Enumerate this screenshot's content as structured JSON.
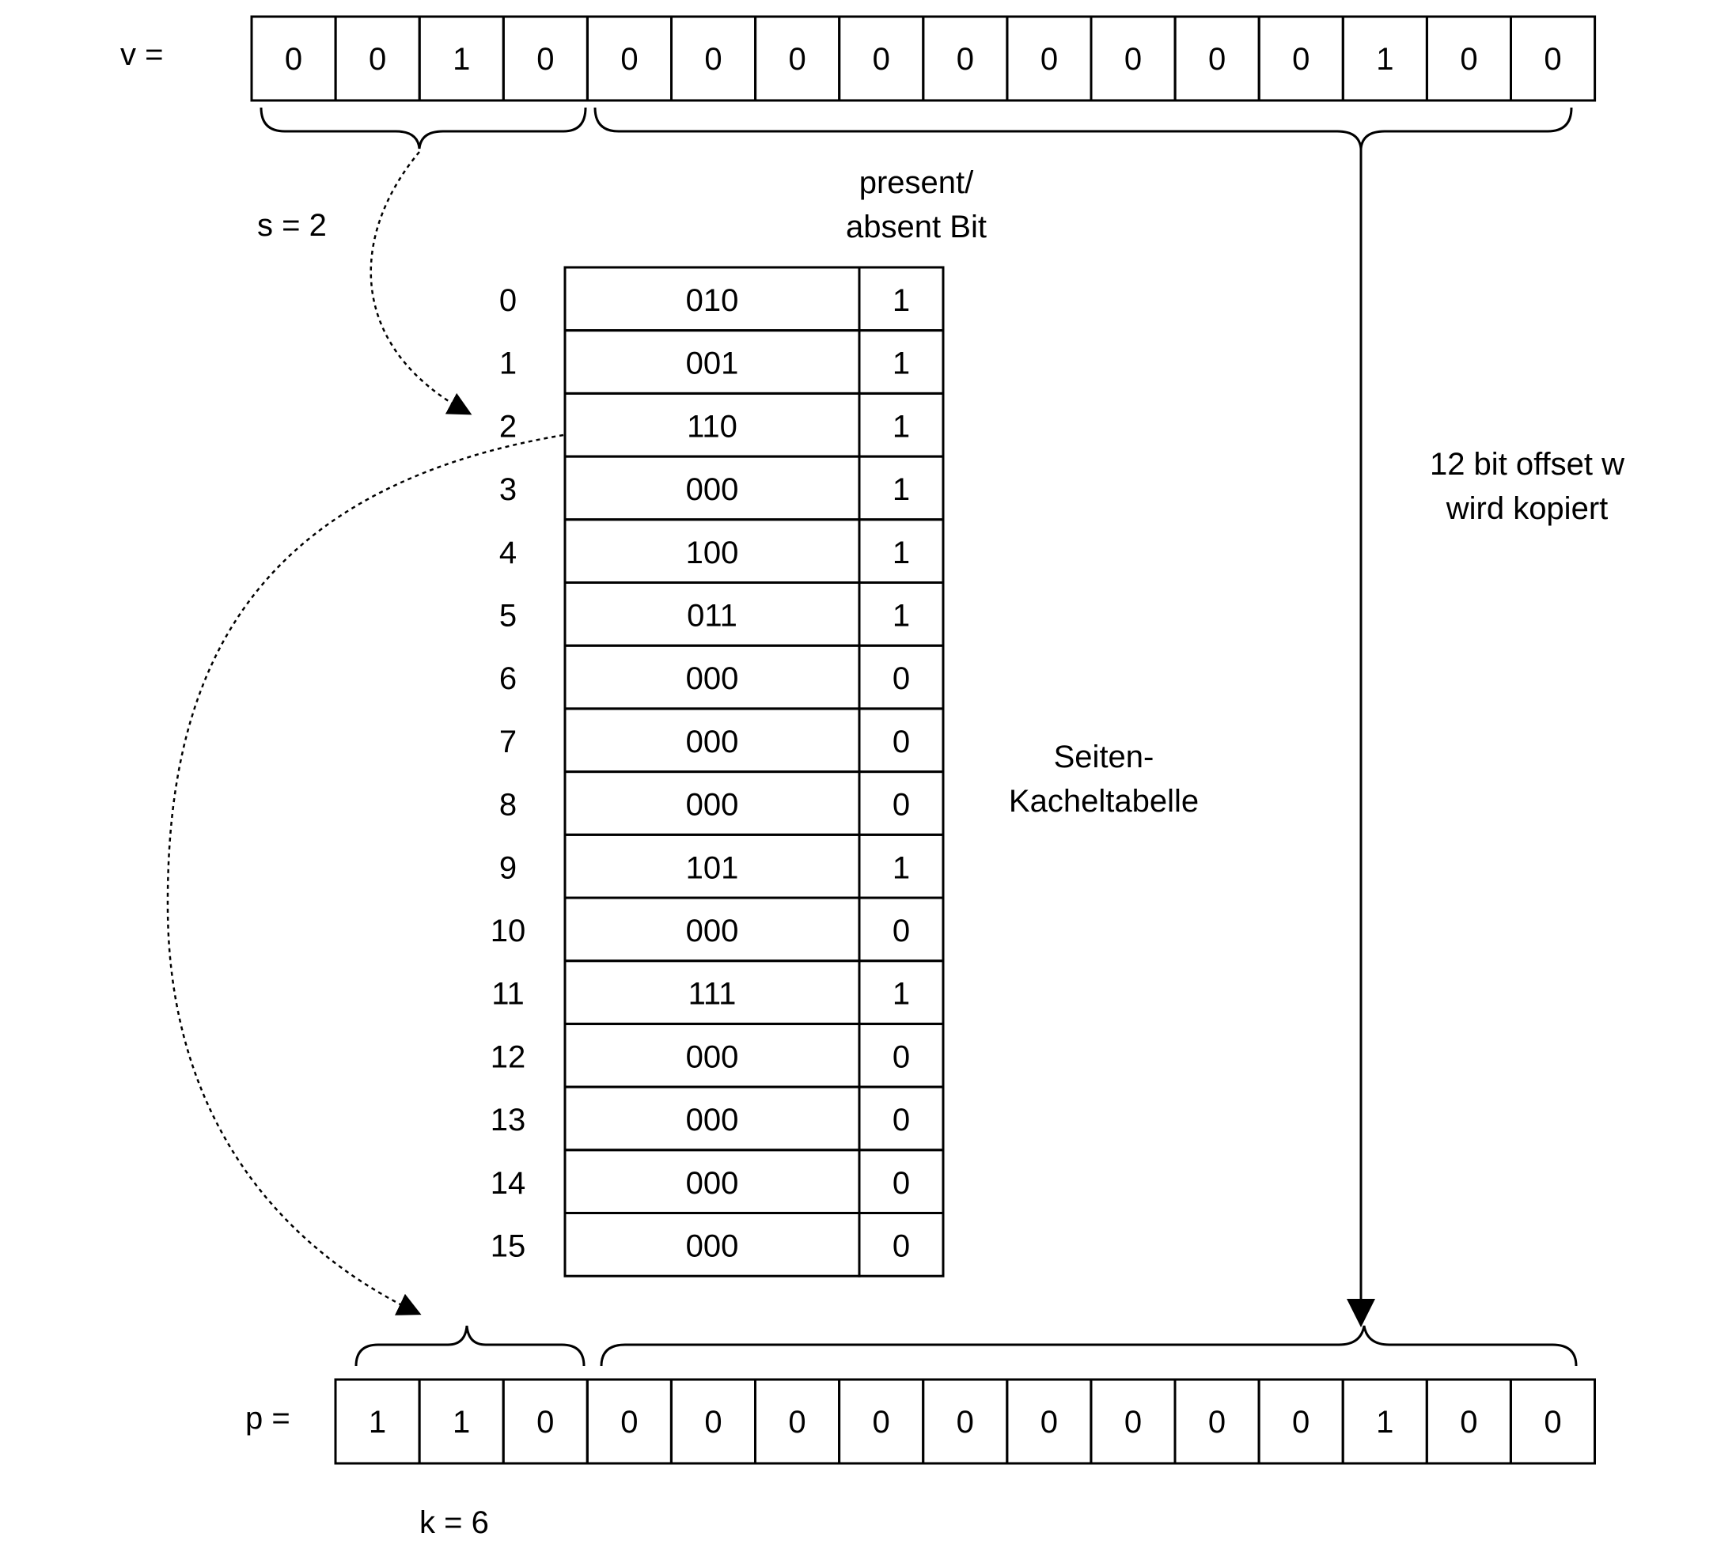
{
  "virtual_address": {
    "label": "v =",
    "bits": [
      "0",
      "0",
      "1",
      "0",
      "0",
      "0",
      "0",
      "0",
      "0",
      "0",
      "0",
      "0",
      "0",
      "1",
      "0",
      "0"
    ]
  },
  "physical_address": {
    "label": "p =",
    "bits": [
      "1",
      "1",
      "0",
      "0",
      "0",
      "0",
      "0",
      "0",
      "0",
      "0",
      "0",
      "0",
      "1",
      "0",
      "0"
    ]
  },
  "labels": {
    "segment": "s = 2",
    "frame": "k = 6",
    "present_line1": "present/",
    "present_line2": "absent Bit",
    "table_line1": "Seiten-",
    "table_line2": "Kacheltabelle",
    "offset_line1": "12 bit offset w",
    "offset_line2": "wird kopiert"
  },
  "page_table": [
    {
      "index": "0",
      "frame": "010",
      "present": "1"
    },
    {
      "index": "1",
      "frame": "001",
      "present": "1"
    },
    {
      "index": "2",
      "frame": "110",
      "present": "1"
    },
    {
      "index": "3",
      "frame": "000",
      "present": "1"
    },
    {
      "index": "4",
      "frame": "100",
      "present": "1"
    },
    {
      "index": "5",
      "frame": "011",
      "present": "1"
    },
    {
      "index": "6",
      "frame": "000",
      "present": "0"
    },
    {
      "index": "7",
      "frame": "000",
      "present": "0"
    },
    {
      "index": "8",
      "frame": "000",
      "present": "0"
    },
    {
      "index": "9",
      "frame": "101",
      "present": "1"
    },
    {
      "index": "10",
      "frame": "000",
      "present": "0"
    },
    {
      "index": "11",
      "frame": "111",
      "present": "1"
    },
    {
      "index": "12",
      "frame": "000",
      "present": "0"
    },
    {
      "index": "13",
      "frame": "000",
      "present": "0"
    },
    {
      "index": "14",
      "frame": "000",
      "present": "0"
    },
    {
      "index": "15",
      "frame": "000",
      "present": "0"
    }
  ]
}
